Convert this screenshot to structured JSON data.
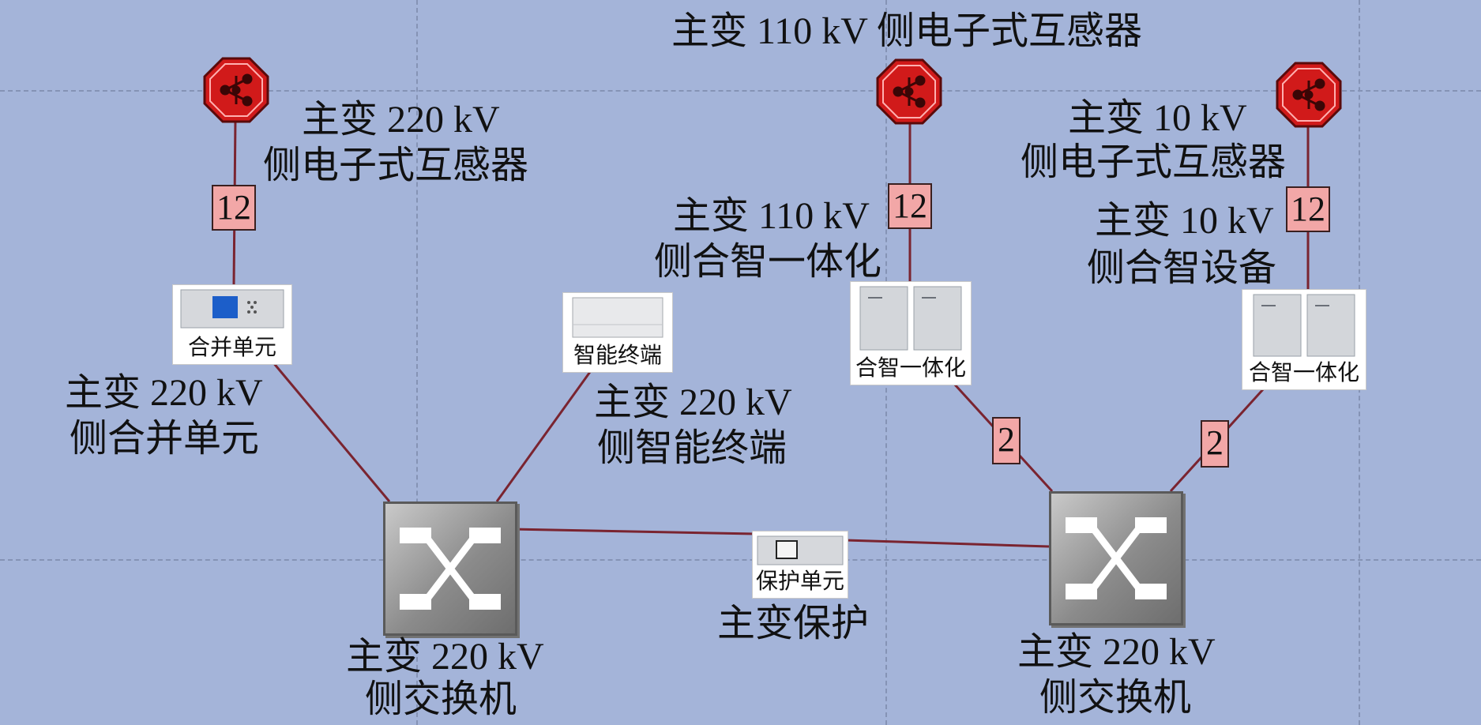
{
  "colors": {
    "background": "#a4b4d9",
    "link": "#7a2430",
    "badge_fill": "#f2a7a7",
    "stop_fill": "#d11a1a"
  },
  "top_title": "主变 110 kV 侧电子式互感器",
  "ct_220": {
    "line1": "主变 220 kV",
    "line2": "侧电子式互感器",
    "icon": "network-stop-icon"
  },
  "ct_110": {
    "icon": "network-stop-icon"
  },
  "ct_10": {
    "line1": "主变 10 kV",
    "line2": "侧电子式互感器",
    "icon": "network-stop-icon"
  },
  "badges": {
    "b220": "12",
    "b110": "12",
    "b10": "12",
    "b110_down": "2",
    "b10_down": "2"
  },
  "merge_unit": {
    "caption": "合并单元",
    "line1": "主变 220 kV",
    "line2": "侧合并单元"
  },
  "smart_terminal": {
    "caption": "智能终端",
    "line1": "主变 220 kV",
    "line2": "侧智能终端"
  },
  "integrated_110": {
    "caption": "合智一体化",
    "line1": "主变 110 kV",
    "line2": "侧合智一体化"
  },
  "integrated_10": {
    "caption": "合智一体化",
    "line1": "主变 10 kV",
    "line2": "侧合智设备"
  },
  "protection": {
    "caption": "保护单元",
    "label": "主变保护"
  },
  "switch_left": {
    "line1": "主变 220 kV",
    "line2": "侧交换机"
  },
  "switch_right": {
    "line1": "主变 220 kV",
    "line2": "侧交换机"
  }
}
